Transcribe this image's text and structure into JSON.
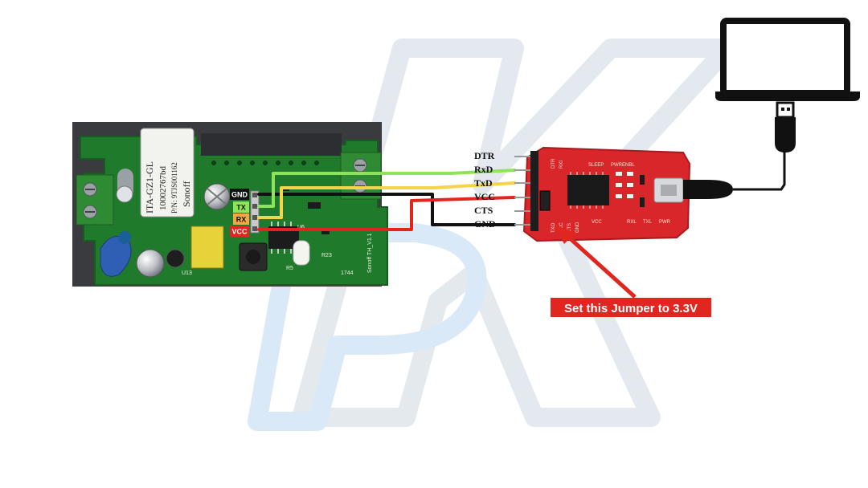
{
  "board": {
    "labels": {
      "gnd": "GND",
      "tx": "TX",
      "rx": "RX",
      "vcc": "VCC"
    },
    "relay_lines": [
      "ITA-GZ1-GL",
      "10002767bd",
      "P/N: 9TJS001162",
      "Sonoff"
    ],
    "silkscreen": [
      "U13",
      "U6",
      "R5",
      "R23",
      "1744",
      "Sonoff TH_V1.1"
    ]
  },
  "adapter": {
    "pins": [
      "DTR",
      "RxD",
      "TxD",
      "VCC",
      "CTS",
      "GND"
    ],
    "silkscreen": [
      "DTR",
      "RXI",
      "TXO",
      "VCC",
      "CTS",
      "GND",
      "PWRENBL",
      "SLEEP",
      "VCC",
      "RXL",
      "TXL",
      "PWR"
    ]
  },
  "callout": {
    "text": "Set this Jumper to 3.3V",
    "color": "#e0261e"
  },
  "wires": {
    "colors": {
      "tx_to_rxd": "#8fe35a",
      "rx_to_txd": "#f5d44a",
      "vcc": "#e0261e",
      "gnd": "#111111"
    }
  },
  "colors": {
    "pcb": "#1f7a2c",
    "adapter": "#d8262a",
    "watermark": "#dcebf8"
  }
}
